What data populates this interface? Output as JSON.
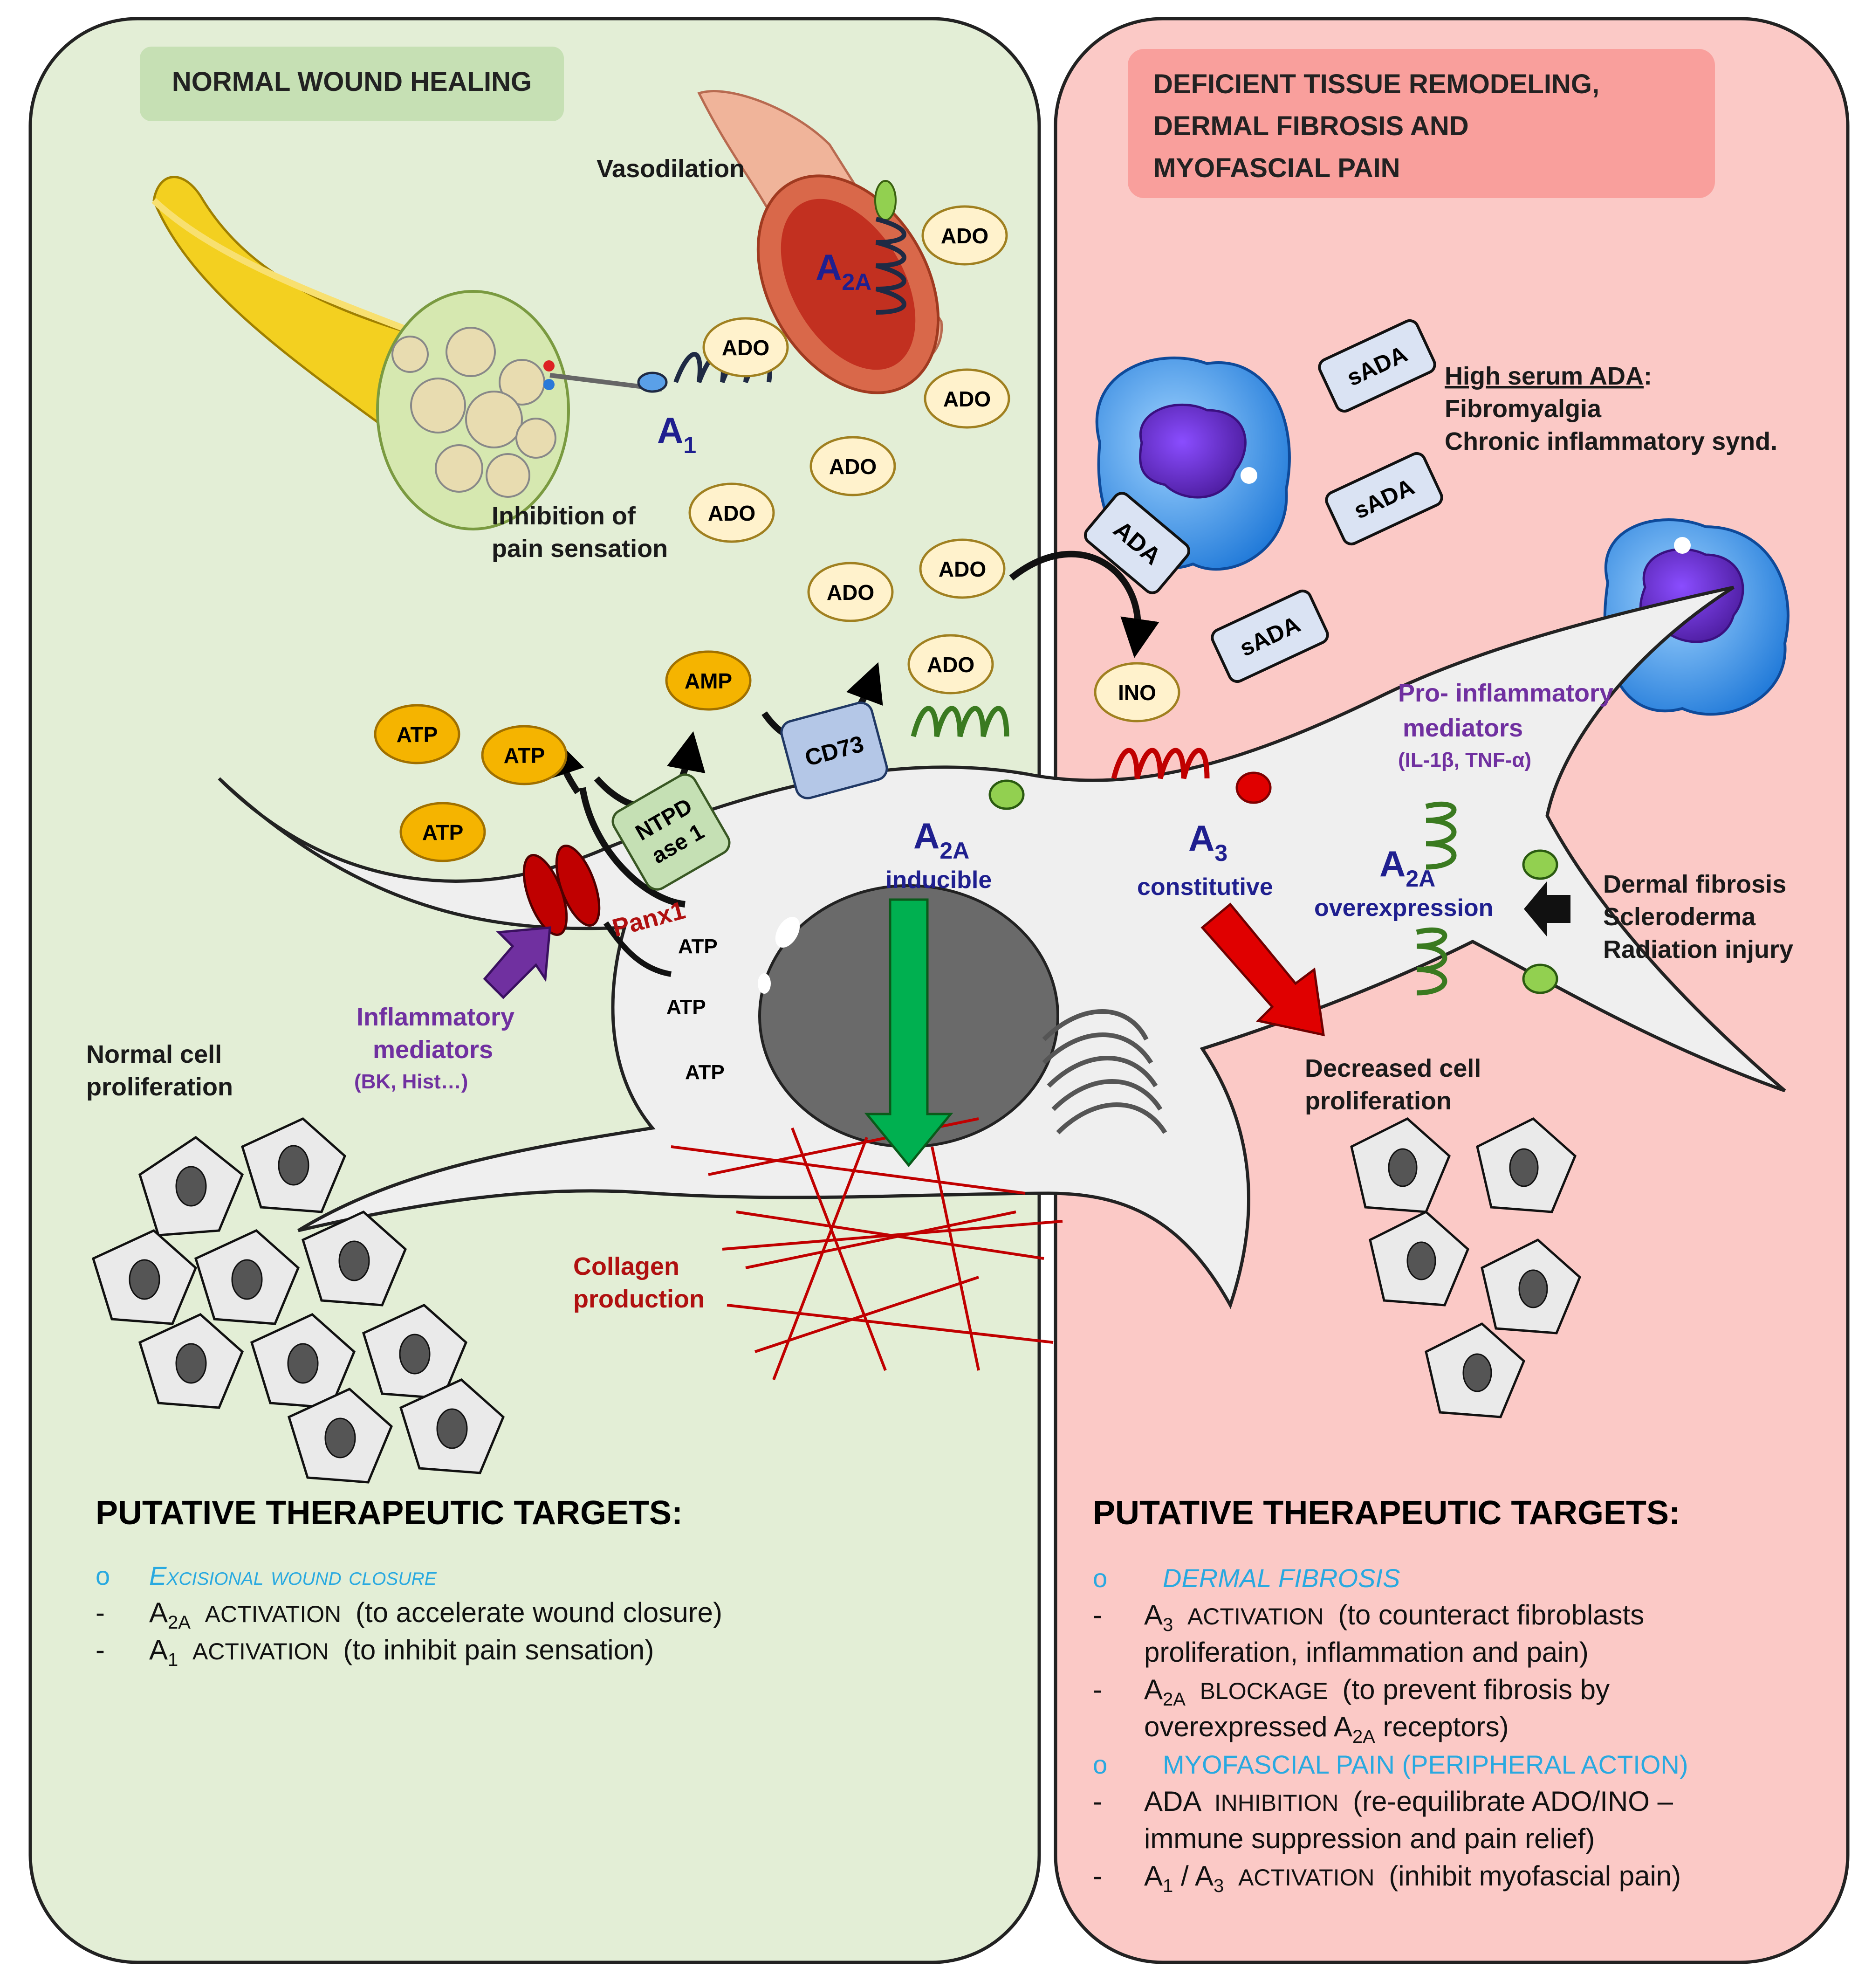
{
  "left_panel": {
    "header": "NORMAL WOUND HEALING",
    "vasodilation": "Vasodilation",
    "inhibition_line1": "Inhibition of",
    "inhibition_line2": "pain sensation",
    "normal_cell_line1": "Normal cell",
    "normal_cell_line2": "proliferation",
    "inflammatory_line1": "Inflammatory",
    "inflammatory_line2": "mediators",
    "inflammatory_line3": "(BK, Hist…)",
    "collagen_line1": "Collagen",
    "collagen_line2": "production",
    "targets_title": "PUTATIVE THERAPEUTIC TARGETS:",
    "targets": {
      "bullet_marker": "o",
      "dash": "-",
      "excisional": "Excisional wound closure",
      "item1_a": "A",
      "item1_sub": "2A",
      "item1_caps": "ACTIVATION",
      "item1_rest": "(to accelerate wound closure)",
      "item2_a": "A",
      "item2_sub": "1",
      "item2_caps": "ACTIVATION",
      "item2_rest": "(to inhibit pain sensation)"
    }
  },
  "right_panel": {
    "header_line1": "DEFICIENT TISSUE REMODELING,",
    "header_line2": "DERMAL FIBROSIS AND",
    "header_line3": "MYOFASCIAL PAIN",
    "high_serum": "High serum ADA",
    "high_serum_colon": ":",
    "fibromyalgia": "Fibromyalgia",
    "chronic": "Chronic inflammatory synd.",
    "pro_line1": "Pro- inflammatory",
    "pro_line2": "mediators",
    "pro_line3": "(IL-1β, TNF-α)",
    "dermal_fibrosis": "Dermal fibrosis",
    "scleroderma": "Scleroderma",
    "radiation": "Radiation injury",
    "decreased_line1": "Decreased cell",
    "decreased_line2": "proliferation",
    "targets_title": "PUTATIVE THERAPEUTIC TARGETS:",
    "targets": {
      "bullet_marker": "o",
      "dash": "-",
      "dermal": "DERMAL FIBROSIS",
      "i1_a": "A",
      "i1_sub": "3",
      "i1_caps": "ACTIVATION",
      "i1_rest": "(to counteract fibroblasts",
      "i1_line2": "proliferation, inflammation and pain)",
      "i2_a": "A",
      "i2_sub": "2A",
      "i2_caps": "BLOCKAGE",
      "i2_rest": "(to prevent fibrosis by",
      "i2_line2a": "overexpressed A",
      "i2_line2sub": "2A",
      "i2_line2b": " receptors)",
      "myofascial": "MYOFASCIAL PAIN (PERIPHERAL ACTION)",
      "i3_ada": "ADA",
      "i3_caps": "INHIBITION",
      "i3_rest": "(re-equilibrate ADO/INO –",
      "i3_line2": "immune suppression and pain relief)",
      "i4_a1": "A",
      "i4_sub1": "1",
      "i4_slash": " / A",
      "i4_sub3": "3",
      "i4_caps": "ACTIVATION",
      "i4_rest": "(inhibit myofascial pain)"
    }
  },
  "molecules": {
    "ado": "ADO",
    "atp": "ATP",
    "amp": "AMP",
    "ino": "INO",
    "sada": "sADA",
    "ada": "ADA",
    "cd73": "CD73",
    "ntpd_line1": "NTPD",
    "ntpd_line2": "ase 1",
    "panx1": "Panx1"
  },
  "receptors": {
    "a": "A",
    "sub_1": "1",
    "sub_2a": "2A",
    "sub_3": "3",
    "inducible": "inducible",
    "constitutive": "constitutive",
    "overexpression": "overexpression"
  },
  "colors": {
    "left_bg": "#e3eed6",
    "right_bg": "#fbc9c6",
    "left_header_bg": "#c6e0b4",
    "right_header_bg": "#f99f9c",
    "ado_fill": "#fff2cc",
    "atp_fill": "#f5b400",
    "receptor_green": "#548235",
    "receptor_red": "#c00000",
    "arrow_green": "#00b050",
    "arrow_red": "#e00000",
    "arrow_purple": "#7030a0",
    "target_blue": "#29a9e0",
    "label_blue": "#1f1f8f",
    "label_purple": "#7030a0"
  }
}
